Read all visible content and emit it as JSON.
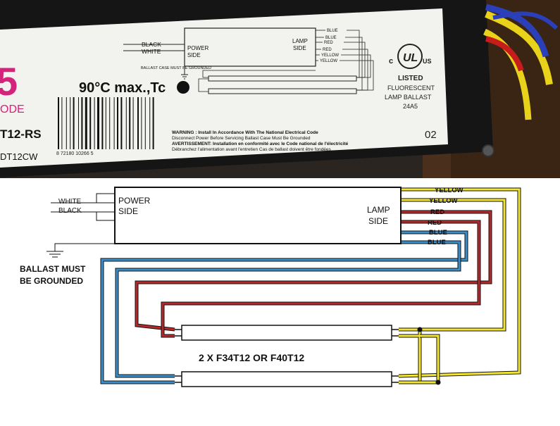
{
  "photo": {
    "label": {
      "black": "BLACK",
      "white": "WHITE",
      "power_side": [
        "POWER",
        "SIDE"
      ],
      "lamp_side": [
        "LAMP",
        "SIDE"
      ],
      "wire_tags": [
        "BLUE",
        "BLUE",
        "RED",
        "RED",
        "YELLOW",
        "YELLOW"
      ],
      "ground_note": "BALLAST CASE MUST BE GROUNDED",
      "temp": "90°C max.,Tc",
      "ul_mark": "UL",
      "ul_c": "c",
      "ul_us": "US",
      "listed": [
        "LISTED",
        "FLUORESCENT",
        "LAMP BALLAST",
        "24A5"
      ],
      "model": "T12-RS",
      "model2": "DT12CW",
      "ode": "ODE",
      "barcode_digits": "8   72180 10266   5",
      "warning": [
        "WARNING : Install In Accordance With The National Electrical Code",
        "Disconnect Power Before Servicing Ballast Case Must Be Grounded",
        "AVERTISSEMENT: Installation en conformité avec le Code national de l'électricité",
        "Débranchez l'alimentation avant l'entretien Cas de ballast doivent être fondées"
      ],
      "code": "02"
    },
    "colors": {
      "accent": "#d4237a"
    }
  },
  "diagram": {
    "labels": {
      "white": "WHITE",
      "black": "BLACK",
      "power_side": [
        "POWER",
        "SIDE"
      ],
      "lamp_side": [
        "LAMP",
        "SIDE"
      ],
      "ground": [
        "BALLAST MUST",
        "BE GROUNDED"
      ],
      "lamps": "2 X F34T12 OR F40T12"
    },
    "wire_labels": [
      "YELLOW",
      "YELLOW",
      "RED",
      "RED",
      "BLUE",
      "BLUE"
    ],
    "colors": {
      "yellow": "#f2e534",
      "red": "#b42a2a",
      "blue": "#3a8fc9",
      "black": "#111111"
    }
  }
}
